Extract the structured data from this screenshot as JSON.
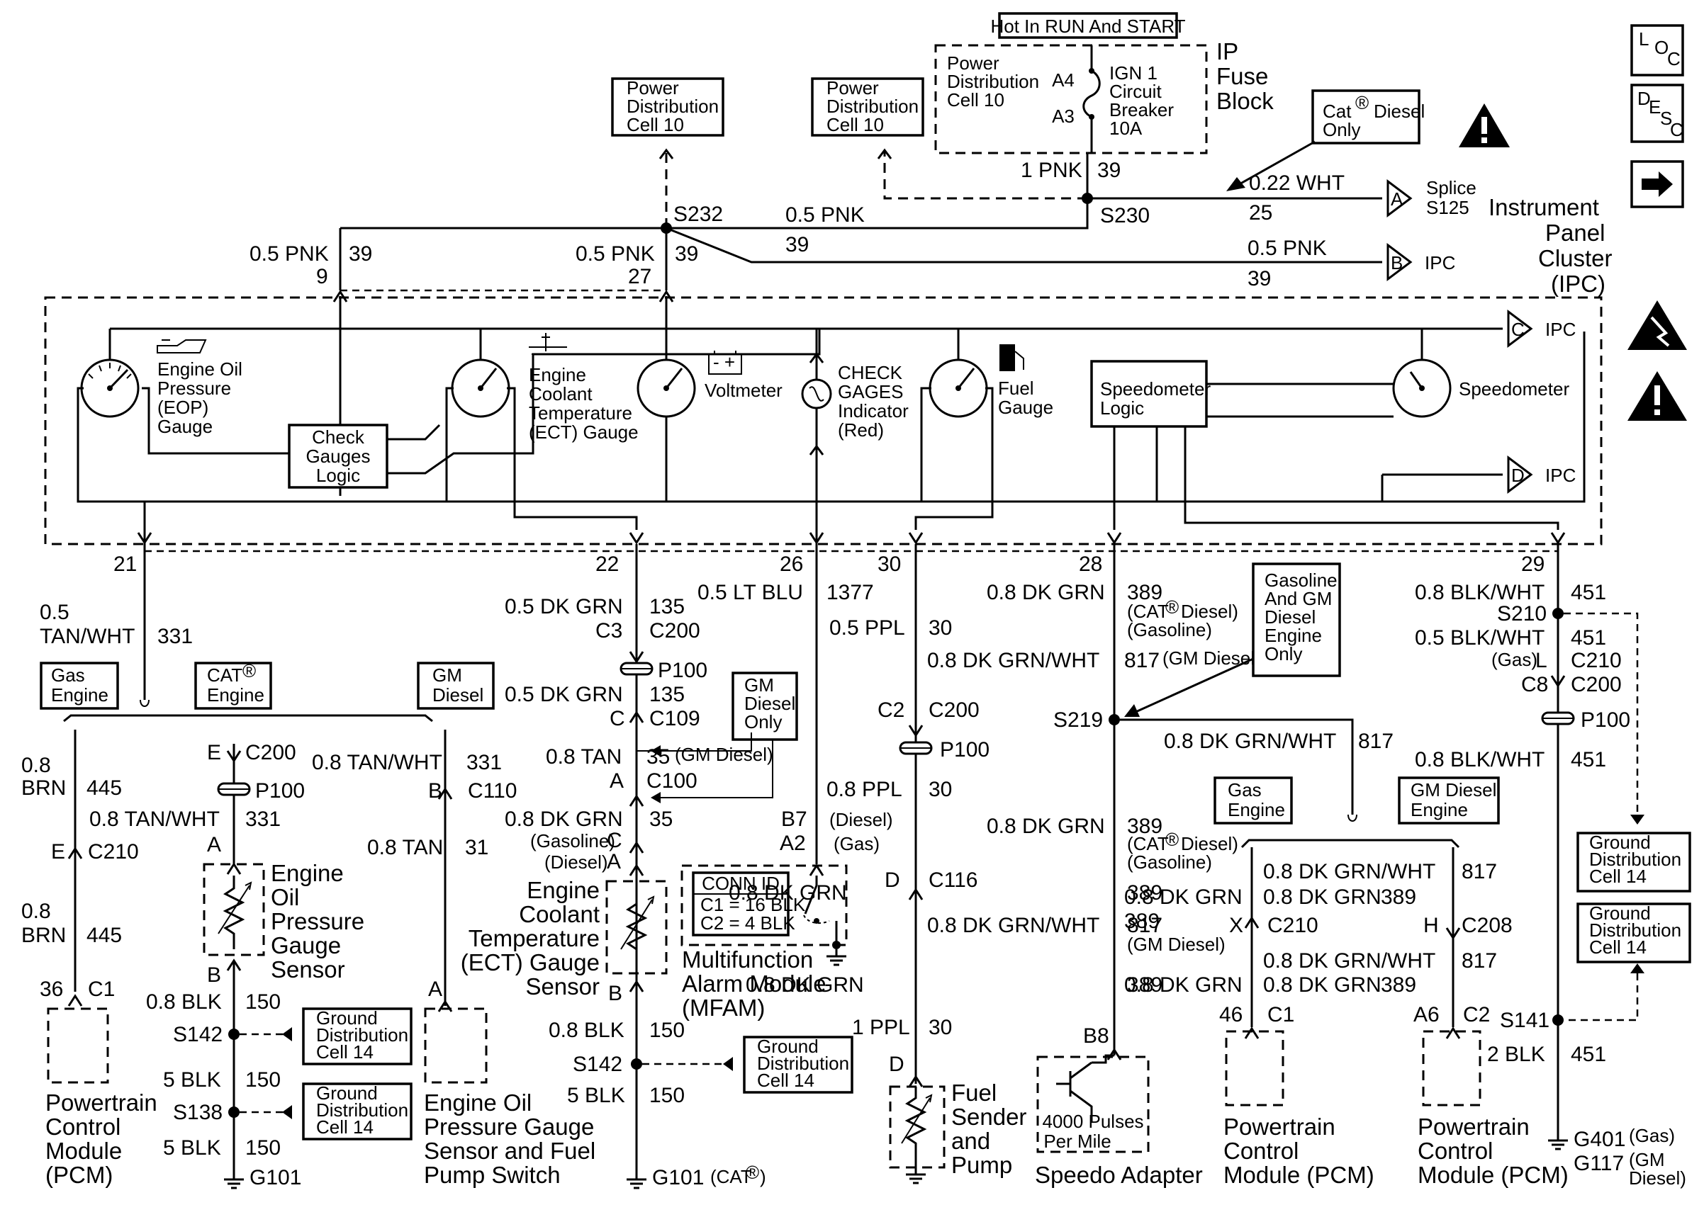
{
  "header": {
    "hot_in": "Hot In RUN And START",
    "fuse_block": [
      "IP",
      "Fuse",
      "Block"
    ],
    "pdc_fuse": [
      "Power",
      "Distribution",
      "Cell 10"
    ],
    "breaker": [
      "IGN 1",
      "Circuit",
      "Breaker",
      "10A"
    ],
    "pin_a4": "A4",
    "pin_a3": "A3",
    "pdc_left": [
      "Power",
      "Distribution",
      "Cell 10"
    ],
    "pdc_mid": [
      "Power",
      "Distribution",
      "Cell 10"
    ],
    "cat_diesel": [
      "Cat",
      "Diesel",
      "Only"
    ],
    "splice_s125": [
      "Splice",
      "S125"
    ],
    "ipc_label": [
      "Instrument",
      "Panel",
      "Cluster",
      "(IPC)"
    ],
    "registered": "®"
  },
  "top_wires": {
    "w_1pnk": "1 PNK",
    "c_39a": "39",
    "w_022wht": "0.22 WHT",
    "c_25": "25",
    "s232": "S232",
    "s230": "S230",
    "w_05pnk_a": "0.5 PNK",
    "c_39b": "39",
    "w_05pnk_b": "0.5 PNK",
    "c_39c": "39",
    "w_05pnk_l": "0.5 PNK",
    "c_39l": "39",
    "pin_9": "9",
    "w_05pnk_m": "0.5 PNK",
    "c_39m": "39",
    "pin_27": "27",
    "conn_a": "A",
    "conn_b": "B",
    "conn_c": "C",
    "conn_d": "D",
    "ipc": "IPC"
  },
  "ipc": {
    "eop_gauge": [
      "Engine Oil",
      "Pressure",
      "(EOP)",
      "Gauge"
    ],
    "check_logic": [
      "Check",
      "Gauges",
      "Logic"
    ],
    "ect_gauge": [
      "Engine",
      "Coolant",
      "Temperature",
      "(ECT) Gauge"
    ],
    "voltmeter": "Voltmeter",
    "check_gages": [
      "CHECK",
      "GAGES",
      "Indicator",
      "(Red)"
    ],
    "fuel_gauge": [
      "Fuel",
      "Gauge"
    ],
    "speedo_logic": [
      "Speedometer",
      "Logic"
    ],
    "speedometer": "Speedometer"
  },
  "pins": {
    "p21": "21",
    "p22": "22",
    "p26": "26",
    "p30": "30",
    "p28": "28",
    "p29": "29"
  },
  "col1": {
    "w_05": "0.5",
    "w_tanwht": "TAN/WHT",
    "c_331": "331",
    "gas_engine": [
      "Gas",
      "Engine"
    ],
    "cat_engine": [
      "CAT",
      "Engine"
    ],
    "gm_diesel": [
      "GM",
      "Diesel"
    ],
    "w_08brn_a": [
      "0.8",
      "BRN"
    ],
    "c_445a": "445",
    "e": "E",
    "c210": "C210",
    "w_08brn_b": [
      "0.8",
      "BRN"
    ],
    "c_445b": "445",
    "pin36": "36",
    "c1": "C1",
    "pcm": [
      "Powertrain",
      "Control",
      "Module",
      "(PCM)"
    ],
    "e2": "E",
    "c200": "C200",
    "p100": "P100",
    "w_08tanwht": "0.8 TAN/WHT",
    "c_331b": "331",
    "a": "A",
    "eop_sensor": [
      "Engine",
      "Oil",
      "Pressure",
      "Gauge",
      "Sensor"
    ],
    "b": "B",
    "w_08blk": "0.8 BLK",
    "c_150a": "150",
    "s142": "S142",
    "w_5blk_a": "5 BLK",
    "c_150b": "150",
    "s138": "S138",
    "w_5blk_b": "5 BLK",
    "c_150c": "150",
    "g101": "G101",
    "gd14_a": [
      "Ground",
      "Distribution",
      "Cell 14"
    ],
    "gd14_b": [
      "Ground",
      "Distribution",
      "Cell 14"
    ],
    "w_08tanwht_r": "0.8 TAN/WHT",
    "c_331r": "331",
    "b2": "B",
    "c110": "C110",
    "w_08tan": "0.8 TAN",
    "c_31": "31",
    "a2": "A",
    "eop_switch": [
      "Engine Oil",
      "Pressure Gauge",
      "Sensor and Fuel",
      "Pump Switch"
    ]
  },
  "col2": {
    "w_05dkgrn": "0.5 DK GRN",
    "c_135": "135",
    "c3": "C3",
    "c200": "C200",
    "p100": "P100",
    "w_05dkgrn_b": "0.5 DK GRN",
    "c_135b": "135",
    "c": "C",
    "c109": "C109",
    "gm_diesel_only": [
      "GM",
      "Diesel",
      "Only"
    ],
    "w_08tan": "0.8 TAN",
    "c_35": "35",
    "gm_diesel_tag": "(GM Diesel)",
    "a": "A",
    "c100": "C100",
    "w_08dkgrn": "0.8 DK GRN",
    "c_35b": "35",
    "gasoline": "(Gasoline)",
    "c2": "C",
    "diesel": "(Diesel)",
    "a2": "A",
    "ect_sensor": [
      "Engine",
      "Coolant",
      "Temperature",
      "(ECT) Gauge",
      "Sensor"
    ],
    "b": "B",
    "w_08blk": "0.8 BLK",
    "c_150": "150",
    "s142": "S142",
    "w_5blk": "5 BLK",
    "c_150b": "150",
    "g101": "G101",
    "g101_tag": "(CAT",
    "gd14": [
      "Ground",
      "Distribution",
      "Cell 14"
    ]
  },
  "col3": {
    "w_05ltblu": "0.5 LT BLU",
    "c_1377": "1377",
    "b7": "B7",
    "a2": "A2",
    "diesel": "(Diesel)",
    "gas": "(Gas)",
    "conn_id": "CONN ID",
    "c1_16": "C1 = 16 BLK",
    "c2_4": "C2 = 4 BLK",
    "mfam": [
      "Multifunction",
      "Alarm Module",
      "(MFAM)"
    ]
  },
  "col4": {
    "w_05ppl": "0.5 PPL",
    "c_30": "30",
    "c2": "C2",
    "c200": "C200",
    "p100": "P100",
    "w_08ppl": "0.8 PPL",
    "c_30b": "30",
    "d": "D",
    "c116": "C116",
    "w_1ppl": "1 PPL",
    "c_30c": "30",
    "d2": "D",
    "fuel_sender": [
      "Fuel",
      "Sender",
      "and",
      "Pump"
    ]
  },
  "col5": {
    "w_08dkgrn": "0.8 DK GRN",
    "c_389": "389",
    "cat_diesel": "(CAT",
    "diesel_close": "Diesel)",
    "gasoline": "(Gasoline)",
    "w_08dkgrnwht": "0.8 DK GRN/WHT",
    "c_817": "817",
    "gm_diesel": "(GM Diesel)",
    "gas_gm_only": [
      "Gasoline",
      "And GM",
      "Diesel",
      "Engine",
      "Only"
    ],
    "s219": "S219",
    "w_08dkgrnwht_r": "0.8 DK GRN/WHT",
    "c_817r": "817",
    "w_08dkgrn_b": "0.8 DK GRN",
    "c_389b": "389",
    "cat_diesel_b": "(CAT",
    "gasoline_b": "(Gasoline)",
    "w_08dkgrn_c": "0.8 DK GRN",
    "c_389c": "389",
    "w_08dkgrnwht_c": "0.8 DK GRN/WHT",
    "c_817c": "817",
    "gm_diesel_c": "(GM Diesel)",
    "w_08dkgrn_d": "0.8 DK GRN",
    "c_389d": "389",
    "b8": "B8",
    "pulses": [
      "4000 Pulses",
      "Per Mile"
    ],
    "speedo_adapter": "Speedo Adapter",
    "gas_engine": [
      "Gas",
      "Engine"
    ],
    "gm_diesel_engine": [
      "GM Diesel",
      "Engine"
    ],
    "w_08dkgrnwht_e": "0.8 DK GRN/WHT",
    "c_817e": "817",
    "w_08dkgrn_e": "0.8 DK GRN",
    "c_389e": "389",
    "x": "X",
    "c210": "C210",
    "h": "H",
    "c208": "C208",
    "w_08dkgrnwht_f": "0.8 DK GRN/WHT",
    "c_817f": "817",
    "w_08dkgrn_f": "0.8 DK GRN",
    "c_389f": "389",
    "pin46": "46",
    "c1": "C1",
    "pina6": "A6",
    "c2": "C2",
    "pcm_a": [
      "Powertrain",
      "Control",
      "Module (PCM)"
    ],
    "pcm_b": [
      "Powertrain",
      "Control",
      "Module (PCM)"
    ]
  },
  "col6": {
    "w_08blkwht": "0.8 BLK/WHT",
    "c_451": "451",
    "s210": "S210",
    "w_05blkwht": "0.5 BLK/WHT",
    "c_451b": "451",
    "gas": "(Gas)",
    "l": "L",
    "c210": "C210",
    "c8": "C8",
    "c200": "C200",
    "p100": "P100",
    "w_08blkwht_b": "0.8 BLK/WHT",
    "c_451c": "451",
    "gd14_a": [
      "Ground",
      "Distribution",
      "Cell 14"
    ],
    "gd14_b": [
      "Ground",
      "Distribution",
      "Cell 14"
    ],
    "s141": "S141",
    "w_2blk": "2 BLK",
    "c_451d": "451",
    "g401": "G401",
    "g401_tag": "(Gas)",
    "g117": "G117",
    "g117_tag": [
      "(GM",
      "Diesel)"
    ]
  },
  "sidebar": {
    "loc": [
      "L",
      "O",
      "C"
    ],
    "desc": [
      "D",
      "E",
      "S",
      "C"
    ],
    "next": "next-arrow-icon"
  }
}
